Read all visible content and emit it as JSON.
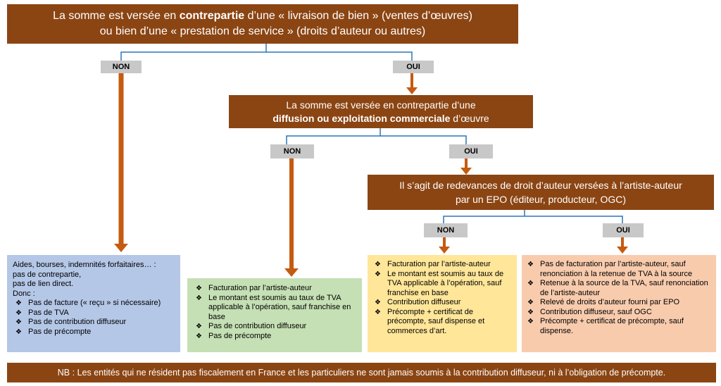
{
  "top_box": {
    "line1_a": "La somme est versée en ",
    "line1_b": "contrepartie",
    "line1_c": " d’une « livraison de bien » (ventes d’œuvres)",
    "line2": "ou bien d’une « prestation de service » (droits d’auteur ou autres)"
  },
  "level1": {
    "non": "NON",
    "oui": "OUI"
  },
  "mid_box": {
    "line1": "La somme est versée en contrepartie d’une",
    "line2_bold": "diffusion ou exploitation commerciale",
    "line2_rest": " d’œuvre"
  },
  "level2": {
    "non": "NON",
    "oui": "OUI"
  },
  "third_box": {
    "line1": "Il s’agit de redevances de droit d’auteur versées à l’artiste-auteur",
    "line2": "par un EPO (éditeur, producteur, OGC)"
  },
  "level3": {
    "non": "NON",
    "oui": "OUI"
  },
  "blue_box": {
    "intro": [
      "Aides, bourses, indemnités forfaitaires… :",
      "pas de contrepartie,",
      "pas de lien direct.",
      "Donc :"
    ],
    "items": [
      "Pas de facture (« reçu » si nécessaire)",
      "Pas de TVA",
      "Pas de contribution diffuseur",
      "Pas de précompte"
    ],
    "color": "#b4c7e7"
  },
  "green_box": {
    "items": [
      "Facturation par l’artiste-auteur",
      "Le montant est soumis au taux de TVA applicable à l’opération, sauf franchise en base",
      "Pas de contribution diffuseur",
      "Pas de précompte"
    ],
    "color": "#c5e0b4"
  },
  "yellow_box": {
    "items": [
      "Facturation par l’artiste-auteur",
      "Le montant est soumis au taux de TVA applicable à l’opération, sauf franchise en base",
      "Contribution diffuseur",
      "Précompte + certificat de précompte, sauf dispense et commerces d’art."
    ],
    "color": "#ffe699"
  },
  "peach_box": {
    "items": [
      "Pas de facturation par l’artiste-auteur, sauf renonciation à la retenue de TVA à la source",
      "Retenue à la source de la TVA, sauf renonciation de l’artiste-auteur",
      "Relevé de droits d’auteur fourni par EPO",
      "Contribution diffuseur, sauf OGC",
      "Précompte + certificat de précompte, sauf dispense."
    ],
    "color": "#f8cbad"
  },
  "footer": {
    "text": "NB : Les entités qui ne résident pas fiscalement en France et les particuliers ne sont jamais soumis à la contribution diffuseur, ni à l’obligation de précompte."
  }
}
